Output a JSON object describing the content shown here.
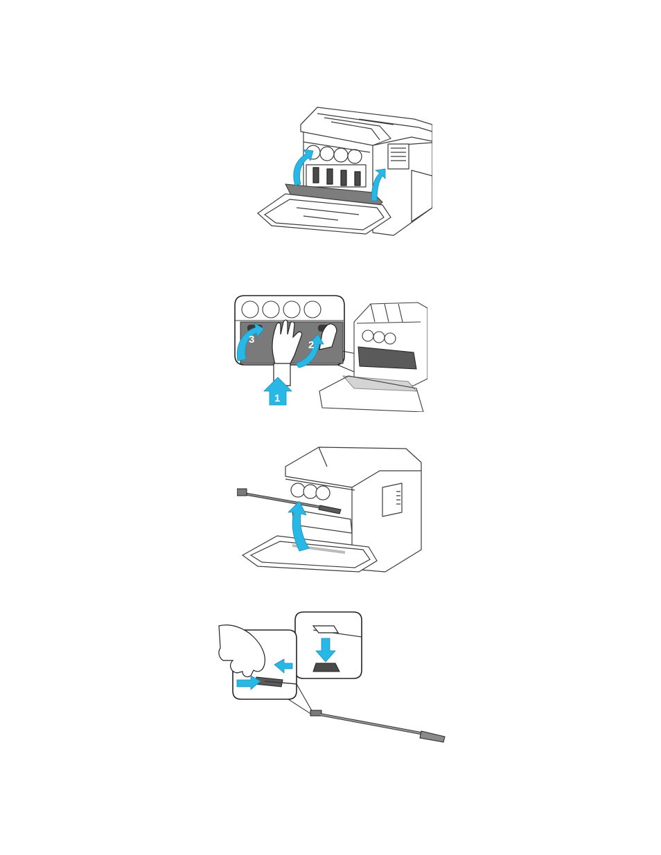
{
  "page": {
    "background": "#ffffff"
  },
  "colors": {
    "line": "#3a3a3a",
    "gray_part": "#8a8a8a",
    "dark_part": "#4a4a4a",
    "arrow": "#29b8e5",
    "arrow_stroke": "#1a8fb5"
  },
  "figures": [
    {
      "id": "open-front-cover-remove-cleaning-rod",
      "icons": [
        "printer-icon",
        "lift-arrow-icon"
      ]
    },
    {
      "id": "unlock-waste-cartridge",
      "callouts": [
        "1",
        "2",
        "3"
      ],
      "icons": [
        "hand-icon",
        "push-arrow-icon",
        "rotate-arrow-icon",
        "printer-icon"
      ]
    },
    {
      "id": "remove-cleaning-rod",
      "icons": [
        "printer-icon",
        "cleaning-rod-icon",
        "lift-arrow-icon"
      ]
    },
    {
      "id": "attach-cleaning-pad",
      "icons": [
        "hand-icon",
        "cleaning-rod-icon",
        "squeeze-arrow-icon",
        "press-arrow-icon"
      ]
    }
  ]
}
